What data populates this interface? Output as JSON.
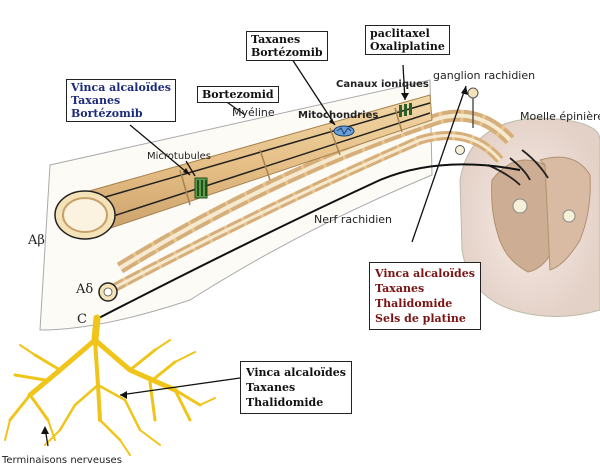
{
  "labels": {
    "fiber_abeta": "Aβ",
    "fiber_adelta": "Aδ",
    "fiber_c": "C",
    "microtubules": "Microtubules",
    "myelin": "Myéline",
    "mitochondria": "Mitochondries",
    "ion_channels": "Canaux ioniques",
    "dorsal_root_ganglion": "ganglion rachidien",
    "spinal_cord": "Moelle épinière",
    "spinal_nerve": "Nerf rachidien",
    "nerve_endings": "Terminaisons nerveuses"
  },
  "drug_boxes": {
    "microtubules_box": [
      "Vinca alcaloïdes",
      "Taxanes",
      "Bortézomib"
    ],
    "myelin_box": [
      "Bortezomid"
    ],
    "mitochondria_box": [
      "Taxanes",
      "Bortézomib"
    ],
    "ion_channels_box": [
      "paclitaxel",
      "Oxaliplatine"
    ],
    "ganglion_box": [
      "Vinca alcaloïdes",
      "Taxanes",
      "Thalidomide",
      "Sels de platine"
    ],
    "endings_box": [
      "Vinca alcaloïdes",
      "Taxanes",
      "Thalidomide"
    ]
  },
  "colors": {
    "blue_text": "#1c2a7a",
    "red_text": "#7a1313",
    "axon": "#f4e3b8",
    "myelin": "#e8c48e",
    "nerve_endings": "#f0c419",
    "spinal_grey_matter": "#cdae94",
    "spinal_white_matter": "#efe2dc"
  }
}
